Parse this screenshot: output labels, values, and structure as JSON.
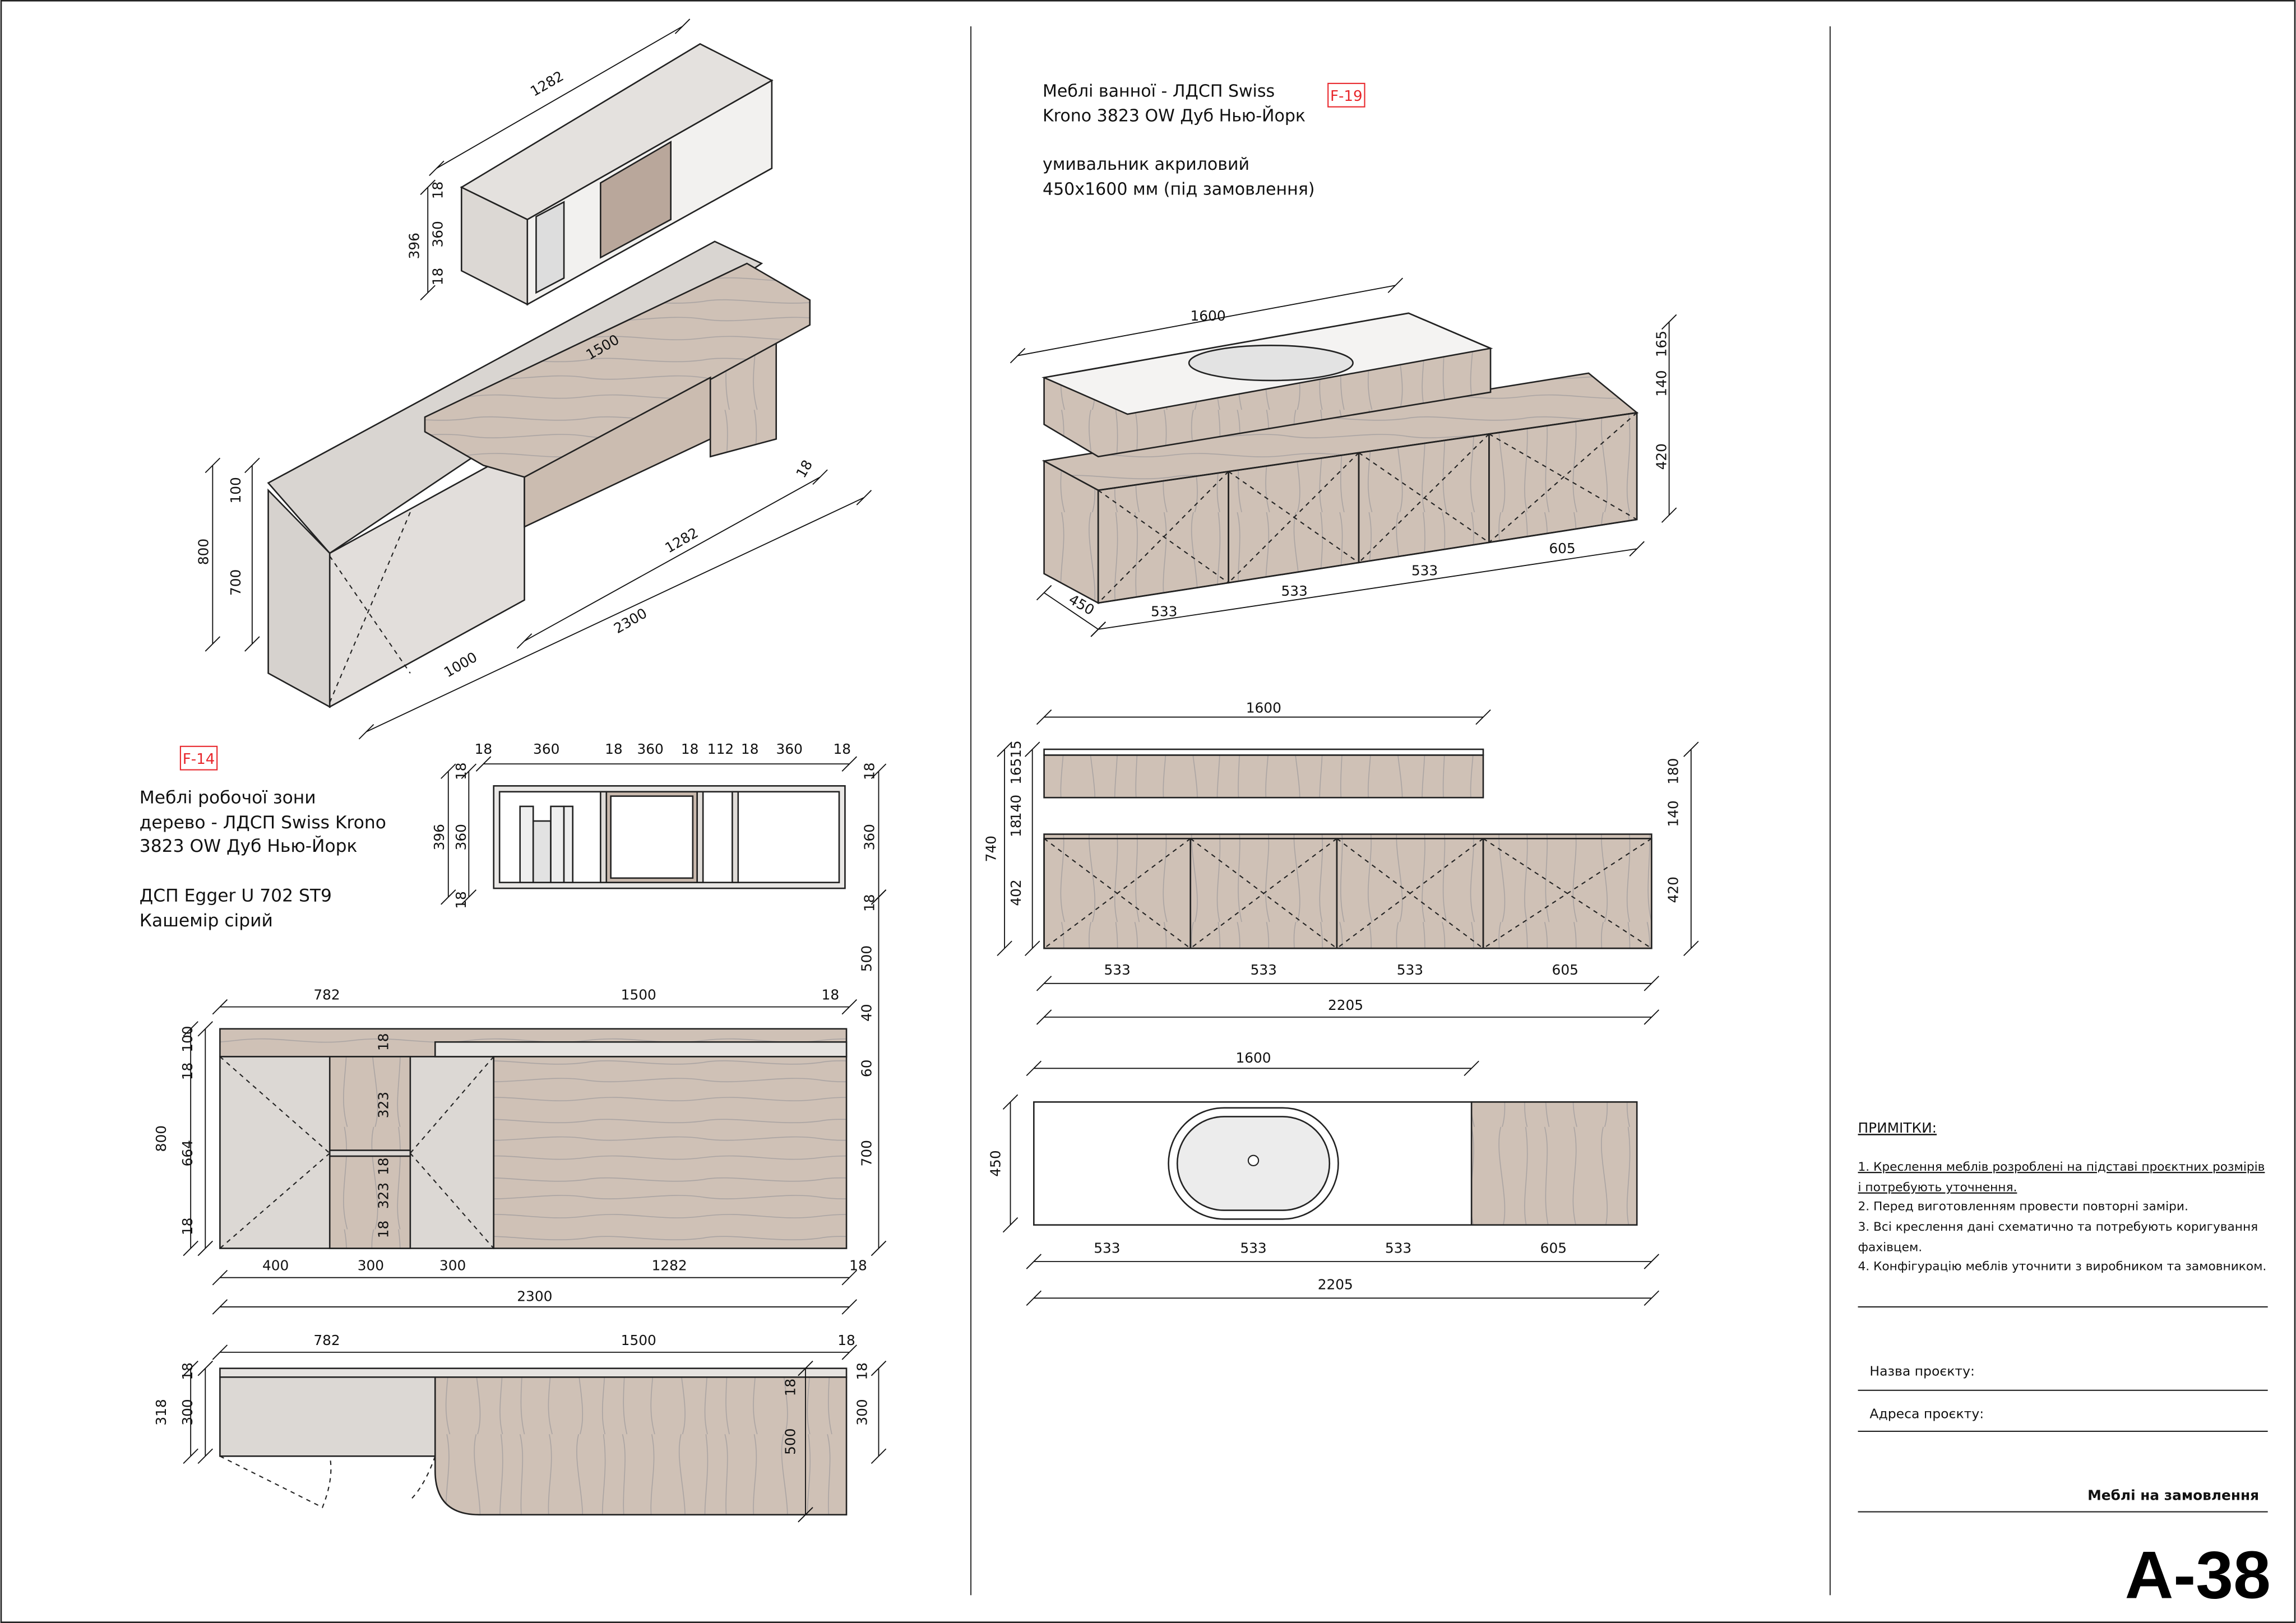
{
  "sheet": {
    "code": "A-38",
    "type": "Меблі на замовлення"
  },
  "title_block": {
    "project_name_label": "Назва проєкту:",
    "project_address_label": "Адреса проєкту:"
  },
  "notes": {
    "heading": "ПРИМІТКИ:",
    "lines": [
      "1. Креслення меблів розроблені на підставі проєктних розмірів",
      "і потребують уточнення.",
      "2. Перед виготовленням провести повторні заміри.",
      "3. Всі креслення дані схематично та потребують коригування",
      "фахівцем.",
      "4. Конфігурацію меблів уточнити з виробником та замовником."
    ]
  },
  "colors": {
    "wood": "#cfc1b6",
    "grey_panel": "#dcd8d4",
    "tag_red": "#e8262b"
  },
  "f14": {
    "tag": "F-14",
    "description": [
      "Меблі робочої зони",
      "дерево - ЛДСП Swiss Krono",
      "3823 OW Дуб Нью-Йорк"
    ],
    "material2": [
      "ДСП Egger U 702 ST9",
      "Кашемір сірий"
    ],
    "dims": {
      "iso": [
        "1282",
        "396",
        "18",
        "360",
        "18",
        "1500",
        "800",
        "100",
        "700",
        "18",
        "1282",
        "2300",
        "1000"
      ],
      "shelf": [
        "18",
        "360",
        "18",
        "360",
        "18",
        "112",
        "18",
        "360",
        "18",
        "396",
        "360",
        "18",
        "18",
        "18",
        "360",
        "18"
      ],
      "front": [
        "782",
        "1500",
        "18",
        "800",
        "100",
        "18",
        "664",
        "18",
        "500",
        "40",
        "60",
        "700",
        "18",
        "323",
        "18",
        "323",
        "18",
        "400",
        "300",
        "300",
        "1282",
        "18",
        "2300"
      ],
      "plan": [
        "782",
        "1500",
        "18",
        "318",
        "18",
        "300",
        "18",
        "300",
        "18",
        "500"
      ]
    }
  },
  "f19": {
    "tag": "F-19",
    "description": [
      "Меблі ванної - ЛДСП Swiss",
      "Krono 3823 OW Дуб Нью-Йорк"
    ],
    "sink": [
      "умивальник акриловий",
      "450x1600 мм (під замовлення)"
    ],
    "dims": {
      "iso": [
        "1600",
        "165",
        "140",
        "420",
        "450",
        "533",
        "533",
        "533",
        "605"
      ],
      "front": [
        "1600",
        "740",
        "165",
        "15",
        "18",
        "140",
        "402",
        "180",
        "140",
        "420",
        "533",
        "533",
        "533",
        "605",
        "2205"
      ],
      "plan": [
        "1600",
        "450",
        "533",
        "533",
        "533",
        "605",
        "2205"
      ]
    }
  }
}
